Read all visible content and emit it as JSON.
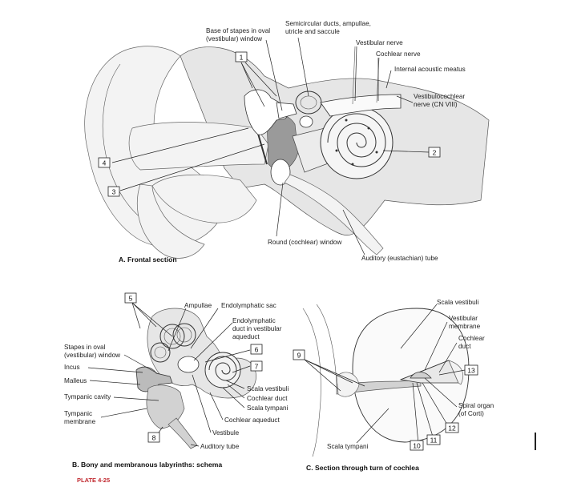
{
  "panel_a": {
    "caption": "A. Frontal section",
    "labels": {
      "base_stapes": [
        "Base of stapes in oval",
        "(vestibular) window"
      ],
      "semicircular": [
        "Semicircular ducts, ampullae,",
        "utricle and saccule"
      ],
      "vestibular_nerve": "Vestibular nerve",
      "cochlear_nerve": "Cochlear nerve",
      "internal_meatus": "Internal acoustic meatus",
      "vestibulocochlear": [
        "Vestibulocochlear",
        "nerve (CN VIII)"
      ],
      "round_window": "Round (cochlear) window",
      "auditory_tube": "Auditory (eustachian) tube"
    },
    "numbers": [
      "1",
      "2",
      "3",
      "4"
    ]
  },
  "panel_b": {
    "caption": "B. Bony and membranous labyrinths: schema",
    "labels": {
      "ampullae": "Ampullae",
      "endolymphatic_sac": "Endolymphatic sac",
      "endolymphatic_duct": [
        "Endolymphatic",
        "duct in vestibular",
        "aqueduct"
      ],
      "stapes_oval": [
        "Stapes in oval",
        "(vestibular) window"
      ],
      "incus": "Incus",
      "malleus": "Malleus",
      "tympanic_cavity": "Tympanic cavity",
      "tympanic_membrane": [
        "Tympanic",
        "membrane"
      ],
      "scala_vestibuli": "Scala vestibuli",
      "cochlear_duct": "Cochlear duct",
      "scala_tympani": "Scala tympani",
      "cochlear_aqueduct": "Cochlear aqueduct",
      "vestibule": "Vestibule",
      "auditory_tube": "Auditory tube"
    },
    "numbers": [
      "5",
      "6",
      "7",
      "8"
    ]
  },
  "panel_c": {
    "caption": "C. Section through turn of cochlea",
    "labels": {
      "scala_vestibuli": "Scala vestibuli",
      "vestibular_membrane": [
        "Vestibular",
        "membrane"
      ],
      "cochlear_duct": [
        "Cochlear",
        "duct"
      ],
      "spiral_organ": [
        "Spiral organ",
        "(of Corti)"
      ],
      "scala_tympani": "Scala tympani"
    },
    "numbers": [
      "9",
      "10",
      "11",
      "12",
      "13"
    ]
  },
  "plate": "PLATE 4-25"
}
